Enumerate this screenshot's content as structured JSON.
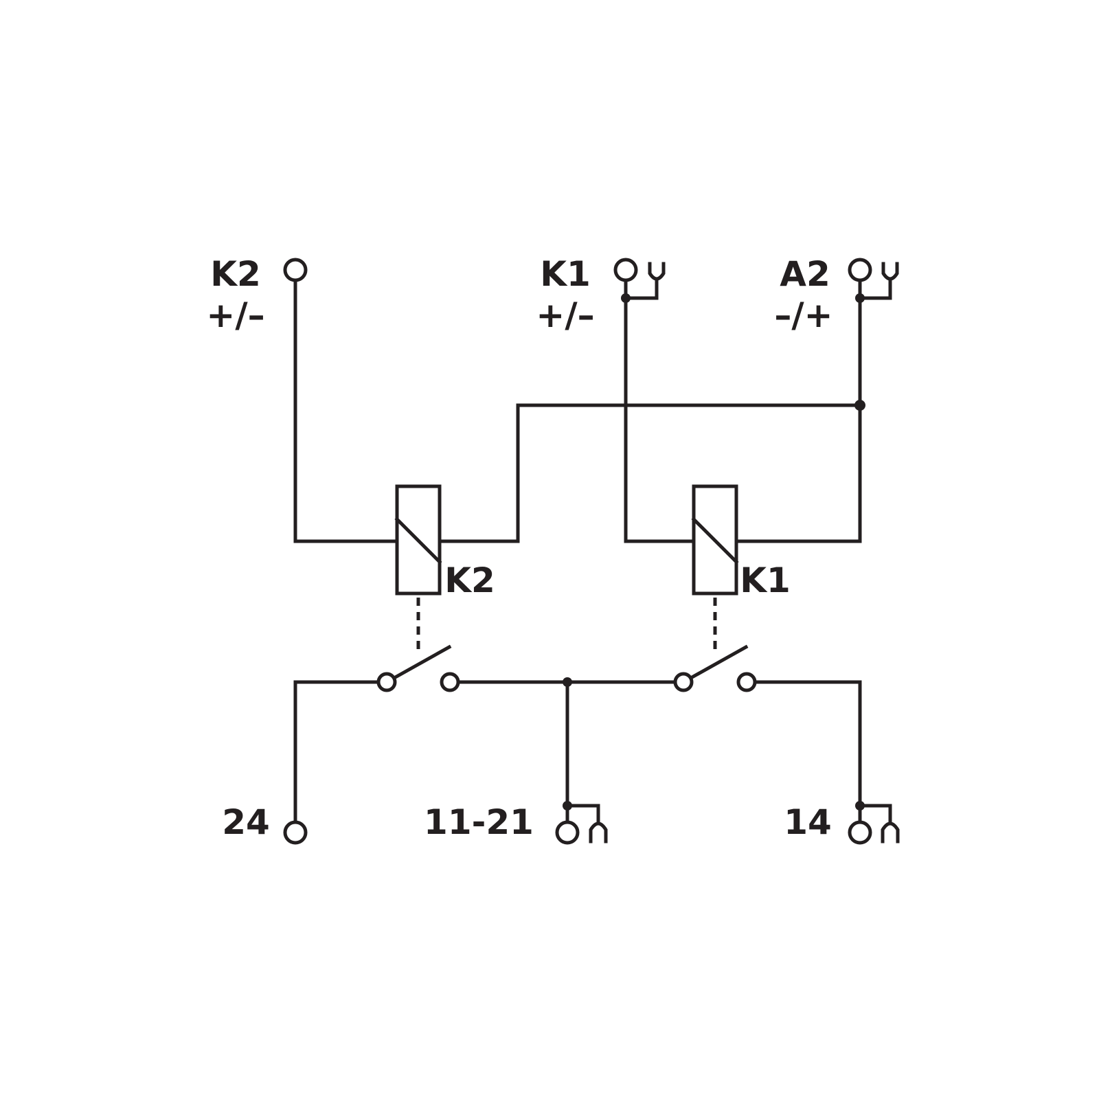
{
  "colors": {
    "line": "#231f20",
    "background": "#ffffff"
  },
  "terminals": {
    "k2": {
      "name": "K2",
      "polarity": "+/–"
    },
    "k1": {
      "name": "K1",
      "polarity": "+/–"
    },
    "a2": {
      "name": "A2",
      "polarity": "–/+"
    },
    "t24": {
      "name": "24"
    },
    "t1121": {
      "name": "11-21"
    },
    "t14": {
      "name": "14"
    }
  },
  "relays": {
    "k2": {
      "label": "K2"
    },
    "k1": {
      "label": "K1"
    }
  }
}
